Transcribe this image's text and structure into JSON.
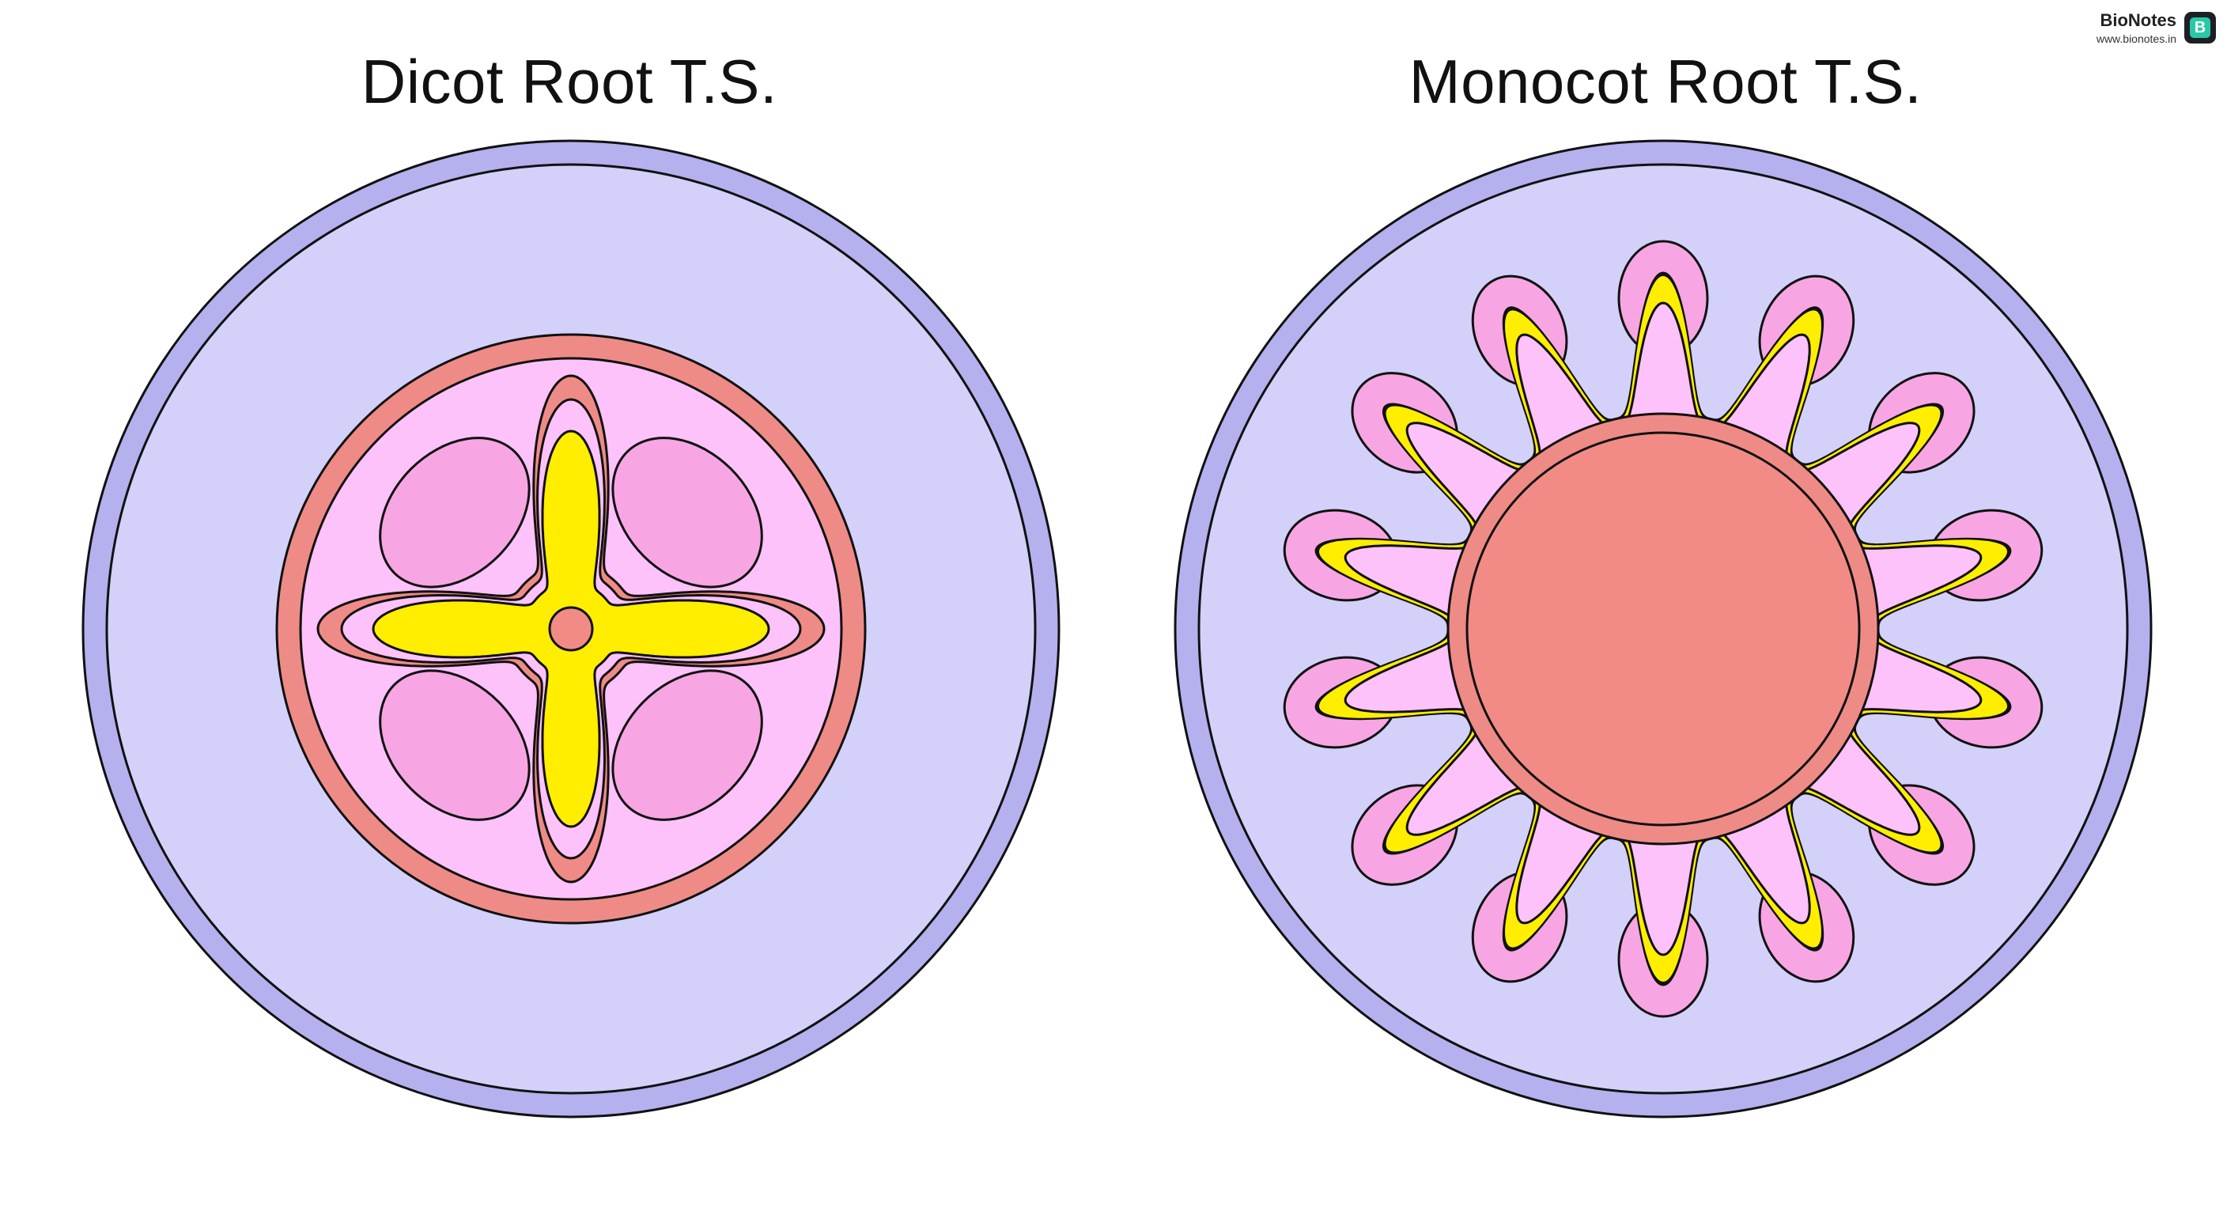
{
  "titles": {
    "dicot": "Dicot Root T.S.",
    "monocot": "Monocot Root T.S."
  },
  "brand": {
    "name": "BioNotes",
    "url": "www.bionotes.in",
    "logo_letter": "B"
  },
  "diagram_counts": {
    "dicot_xylem_arms": 4,
    "dicot_phloem_patches": 4,
    "monocot_xylem_lobes": 14
  },
  "colors": {
    "epidermis": "#b5b1ef",
    "cortex": "#d3d1f9",
    "endodermis": "#ef8b86",
    "pericycle": "#fcc2f9",
    "phloem": "#f7a6e3",
    "xylem": "#ffee00",
    "pith": "#f28b86",
    "outline": "#111111",
    "logo_accent": "#27c9a6"
  }
}
